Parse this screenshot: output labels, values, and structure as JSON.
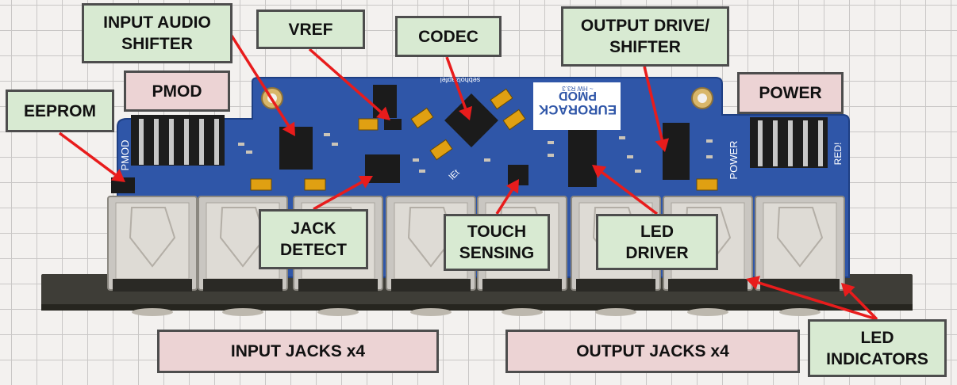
{
  "board": {
    "silkscreen_title": "EURORACK",
    "silkscreen_subtitle": "PMOD",
    "silkscreen_rev": "~ HW R3.3",
    "silkscreen_maker": "sebholzapfel",
    "silkscreen_pmod": "PMOD",
    "silkscreen_power": "POWER",
    "silkscreen_red": "RED!",
    "silkscreen_logo": "lEt"
  },
  "callouts": {
    "input_audio_shifter": "INPUT AUDIO\nSHIFTER",
    "vref": "VREF",
    "codec": "CODEC",
    "output_drive_shifter": "OUTPUT DRIVE/\nSHIFTER",
    "pmod": "PMOD",
    "power": "POWER",
    "eeprom": "EEPROM",
    "jack_detect": "JACK\nDETECT",
    "touch_sensing": "TOUCH\nSENSING",
    "led_driver": "LED\nDRIVER",
    "input_jacks": "INPUT JACKS x4",
    "output_jacks": "OUTPUT JACKS x4",
    "led_indicators": "LED\nINDICATORS"
  },
  "colors": {
    "pcb_blue": "#2f56a8",
    "green_label": "#d8ead2",
    "pink_label": "#ecd3d4",
    "arrow_red": "#e81c1c"
  }
}
